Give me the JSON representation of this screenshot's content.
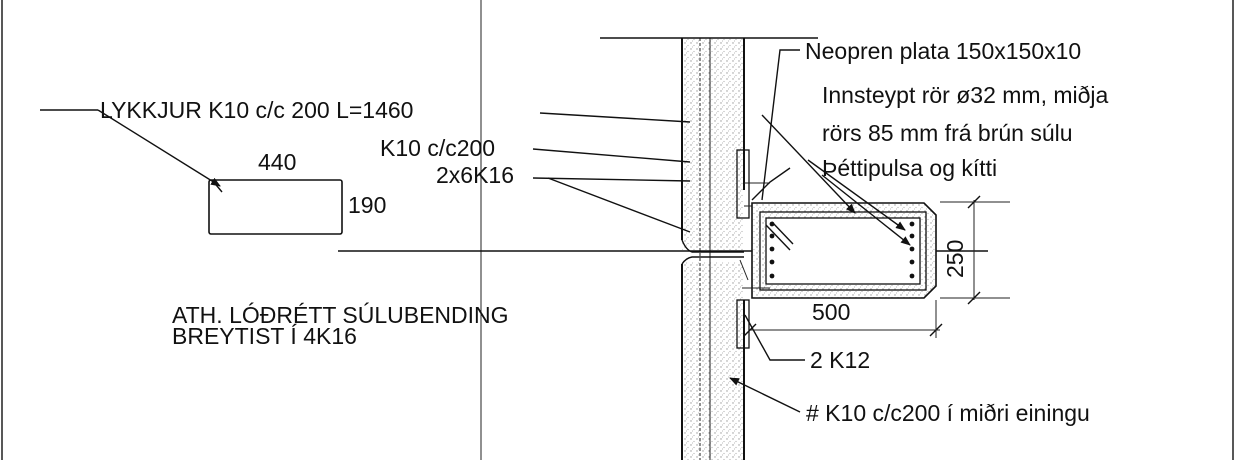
{
  "labels": {
    "lykkjur": "LYKKJUR K10 c/c 200 L=1460",
    "dim_440": "440",
    "dim_190": "190",
    "k10_cc200": "K10 c/c200",
    "twox6k16": "2x6K16",
    "ath_line1": "ATH. LÓÐRÉTT SÚLUBENDING",
    "ath_line2": "BREYTIST Í 4K16",
    "neopren": "Neopren plata 150x150x10",
    "innsteypt_line1": "Innsteypt rör ø32 mm, miðja",
    "innsteypt_line2": "rörs 85 mm frá brún súlu",
    "thettipulsa": "Þéttipulsa og kítti",
    "dim_250": "250",
    "dim_500": "500",
    "two_k12": "2 K12",
    "hash_k10": "# K10 c/c200 í miðri einingu"
  },
  "colors": {
    "line": "#111111",
    "concrete_hatch": "#9a9a9a",
    "background": "#ffffff"
  }
}
